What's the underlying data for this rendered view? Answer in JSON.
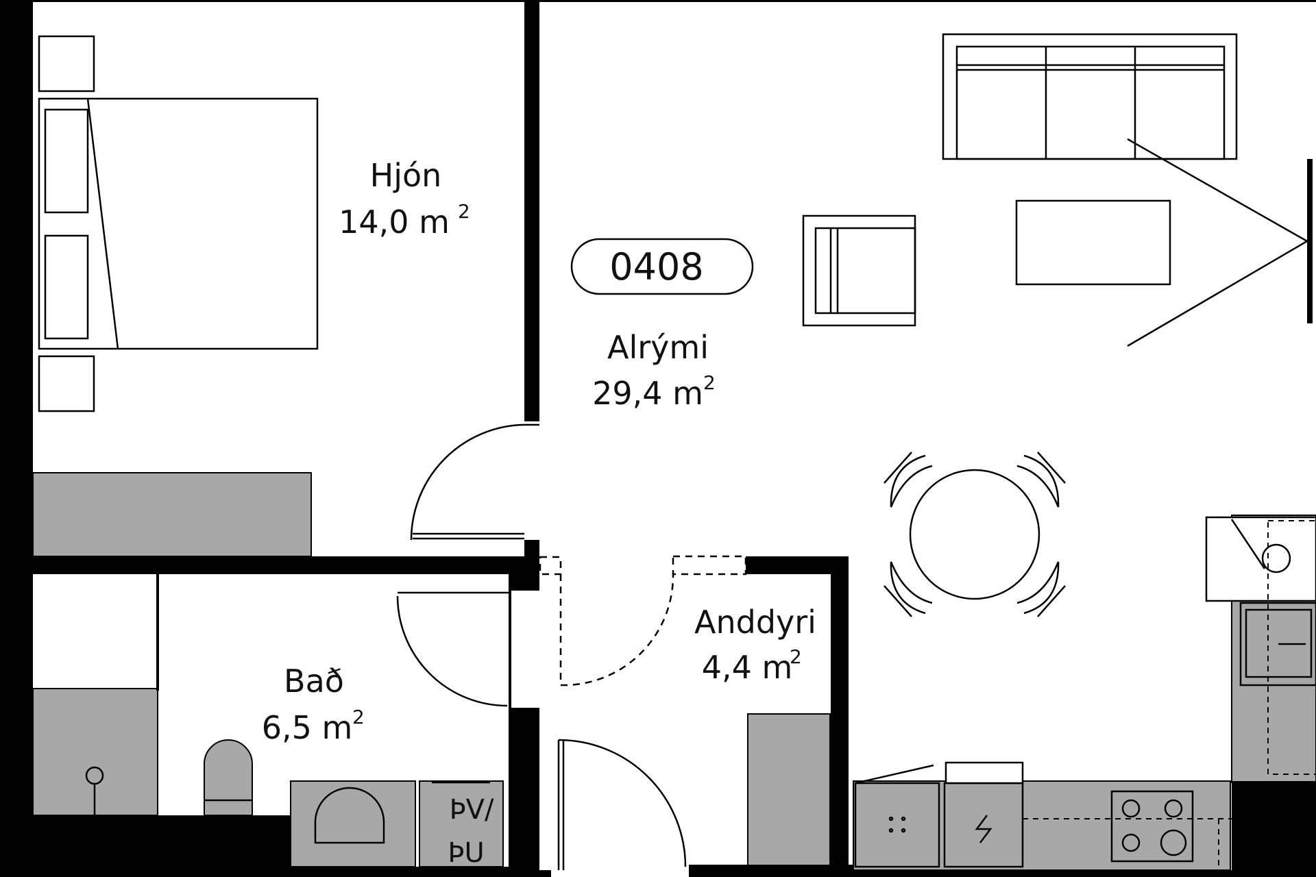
{
  "unit": {
    "number": "0408"
  },
  "rooms": {
    "hjon": {
      "name": "Hjón",
      "area": "14,0 m",
      "unit_sup": "2"
    },
    "alrymi": {
      "name": "Alrými",
      "area": "29,4 m",
      "unit_sup": "2"
    },
    "anddyri": {
      "name": "Anddyri",
      "area": "4,4 m",
      "unit_sup": "2"
    },
    "bad": {
      "name": "Bað",
      "area": "6,5 m",
      "unit_sup": "2"
    }
  },
  "appliance": {
    "line1": "ÞV/",
    "line2": "ÞU"
  },
  "colors": {
    "wall": "#000000",
    "fixture_gray": "#a8a8a8",
    "background": "#ffffff"
  }
}
